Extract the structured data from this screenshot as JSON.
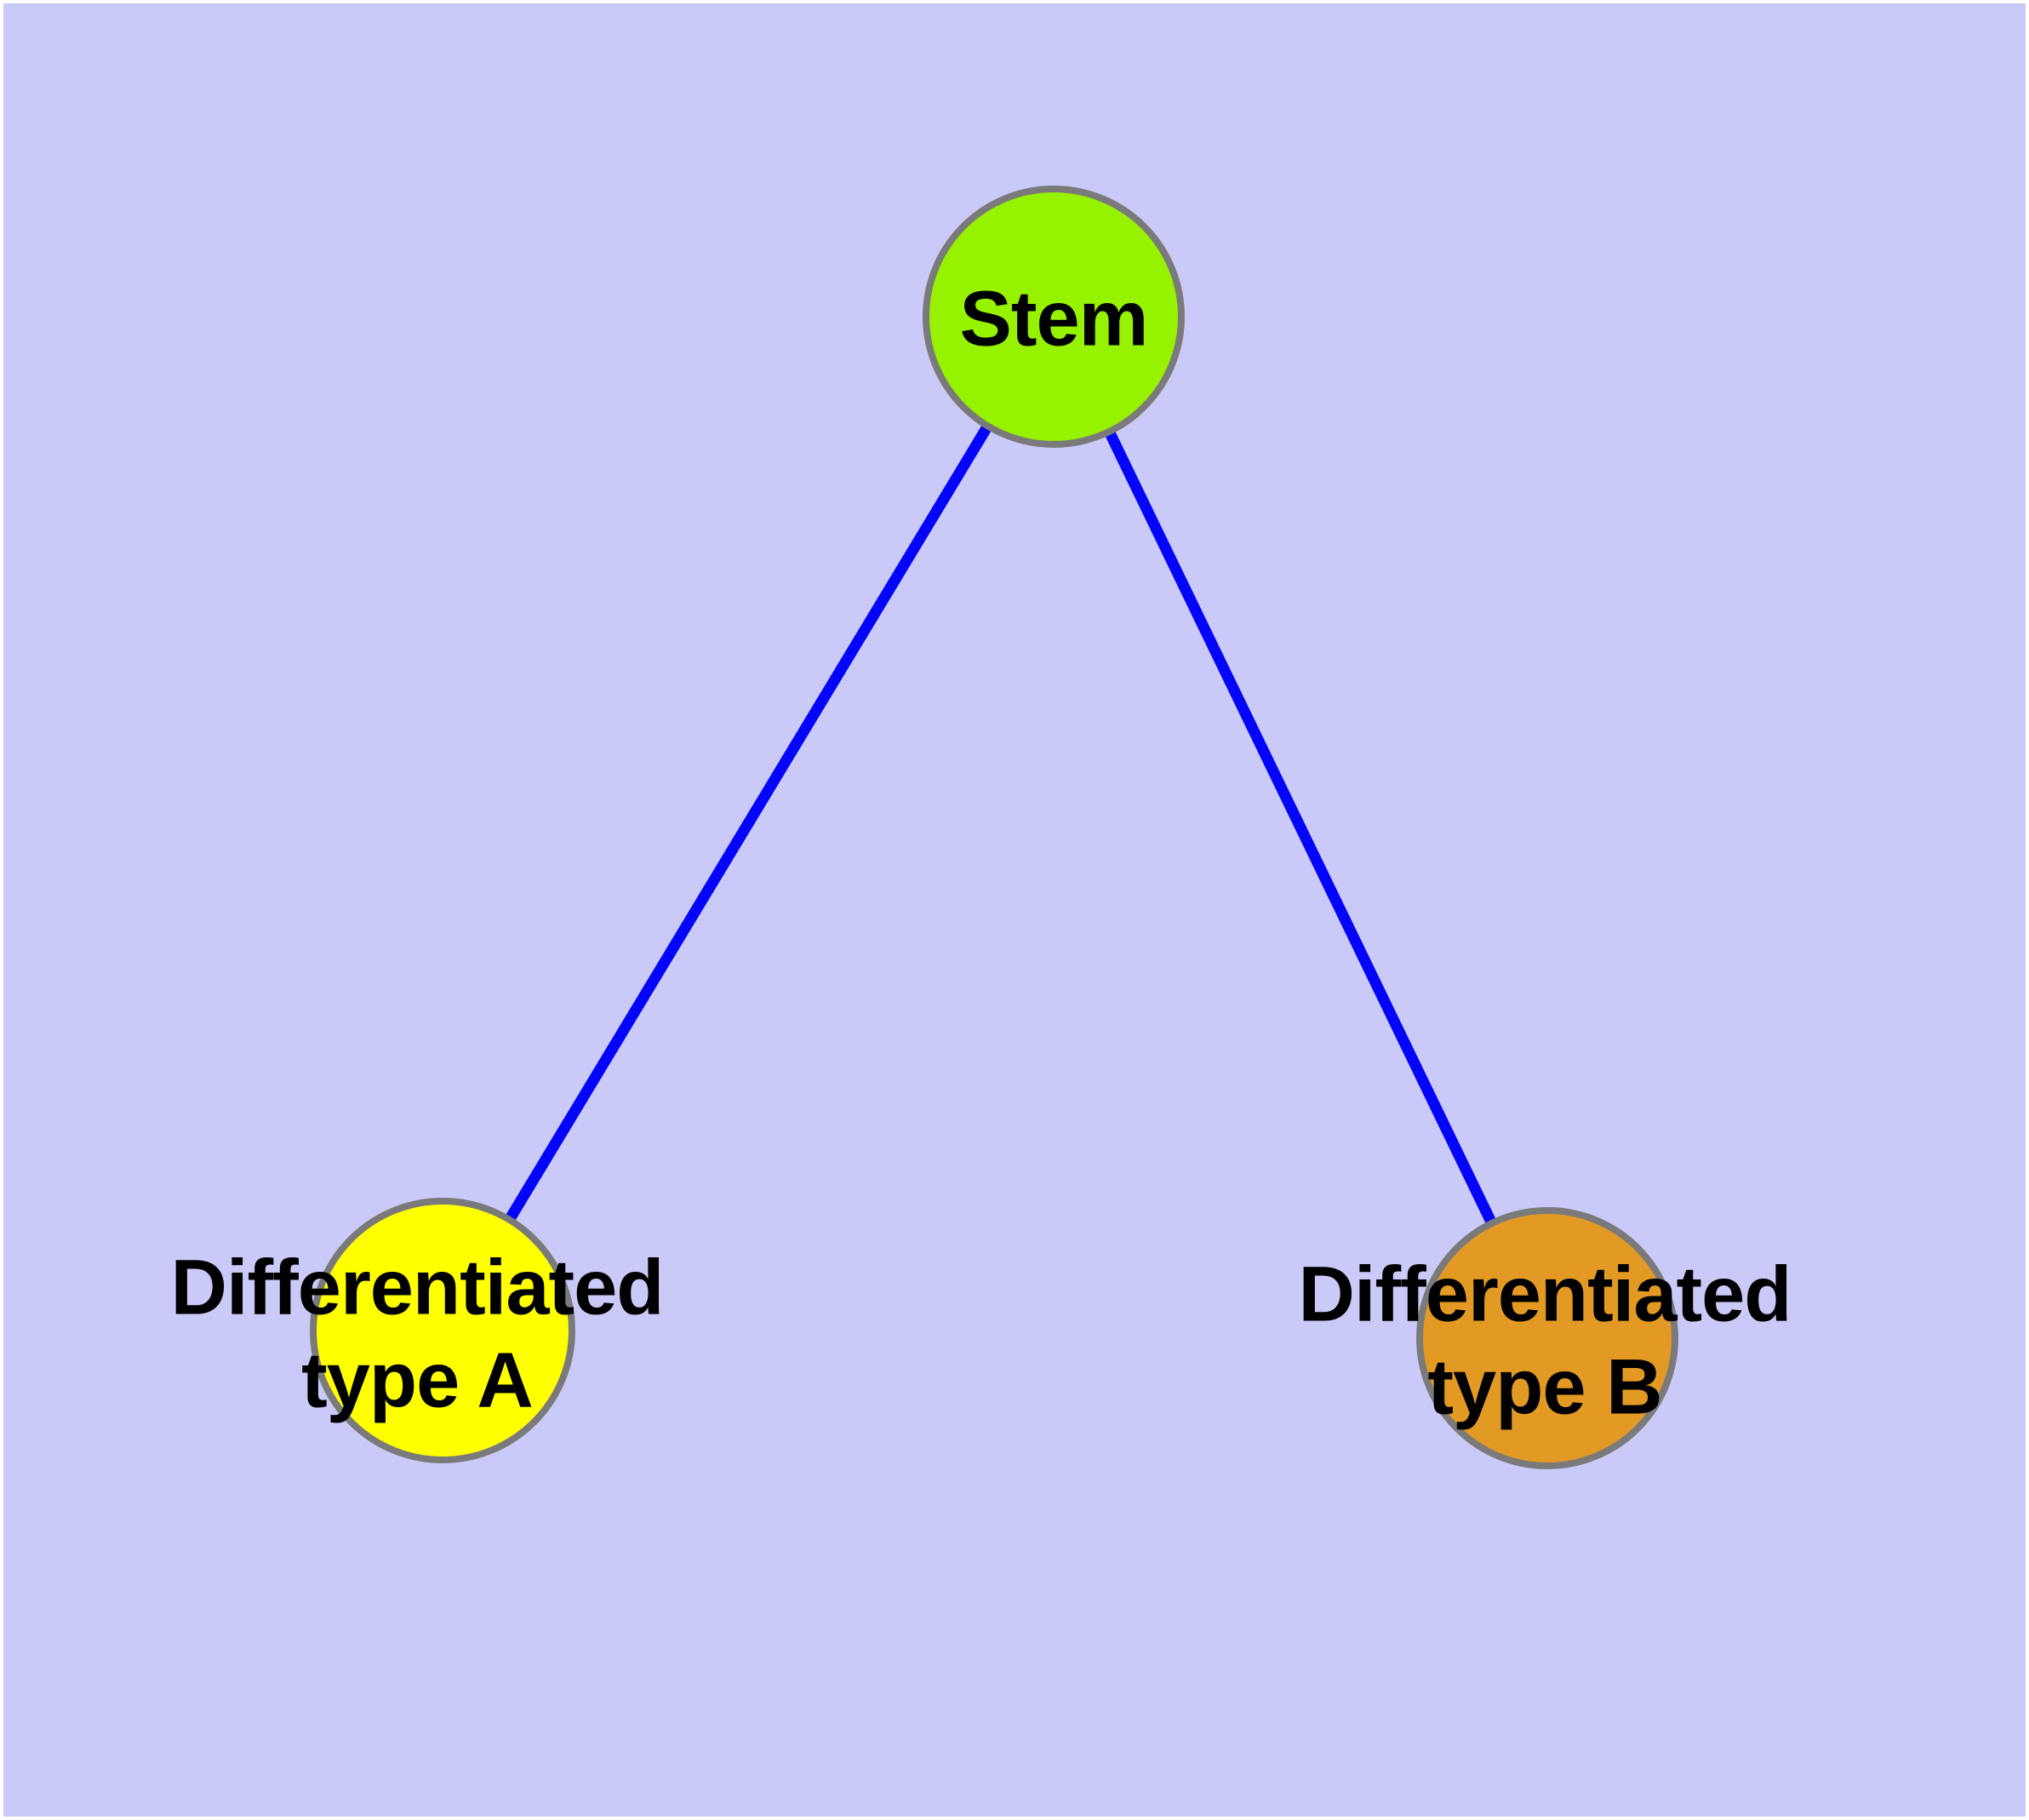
{
  "diagram": {
    "background_color": "#CACAF8",
    "frame_color": "#FFFFFF",
    "edge_color": "#0404FA",
    "node_border_color": "#7A7A7A",
    "nodes": {
      "stem": {
        "label": "Stem",
        "color": "#97F200"
      },
      "type_a": {
        "label": "Differentiated\ntype A",
        "color": "#FFFF00"
      },
      "type_b": {
        "label": "Differentiated\ntype B",
        "color": "#E39A24"
      }
    },
    "edges": [
      {
        "from": "stem",
        "to": "type_a"
      },
      {
        "from": "stem",
        "to": "type_b"
      }
    ]
  }
}
